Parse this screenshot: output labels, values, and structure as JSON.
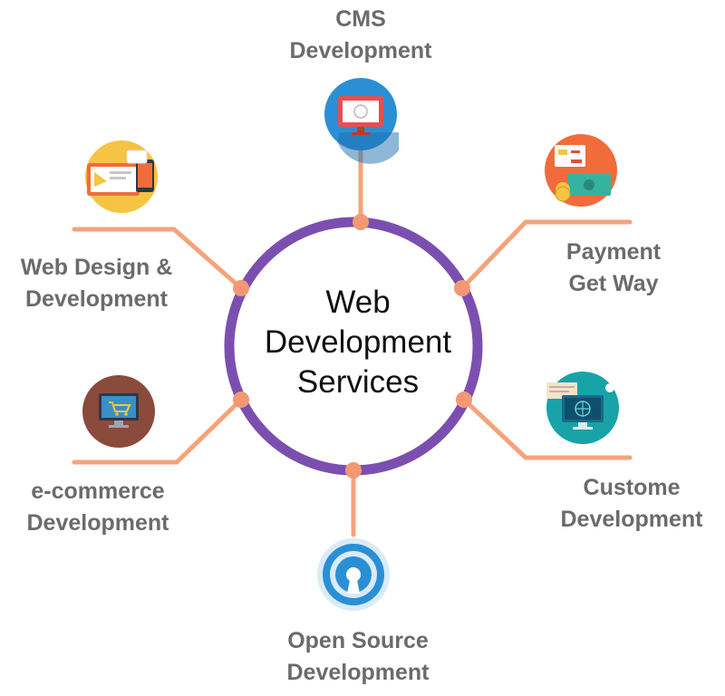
{
  "center": {
    "line1": "Web",
    "line2": "Development",
    "line3": "Services"
  },
  "services": [
    {
      "id": "cms",
      "line1": "CMS",
      "line2": "Development",
      "icon": "monitor-code-icon"
    },
    {
      "id": "payment",
      "line1": "Payment",
      "line2": "Get Way",
      "icon": "payment-card-icon"
    },
    {
      "id": "custom",
      "line1": "Custome",
      "line2": "Development",
      "icon": "globe-monitor-icon"
    },
    {
      "id": "opensource",
      "line1": "Open Source",
      "line2": "Development",
      "icon": "open-source-icon"
    },
    {
      "id": "ecommerce",
      "line1": "e-commerce",
      "line2": "Development",
      "icon": "shopping-cart-monitor-icon"
    },
    {
      "id": "webdesign",
      "line1": "Web Design &",
      "line2": "Development",
      "icon": "responsive-devices-icon"
    }
  ],
  "colors": {
    "ring": "#7b4fb0",
    "connector": "#f5a37a",
    "dot": "#f39872",
    "label": "#6b6b6b",
    "center_text": "#111111"
  }
}
